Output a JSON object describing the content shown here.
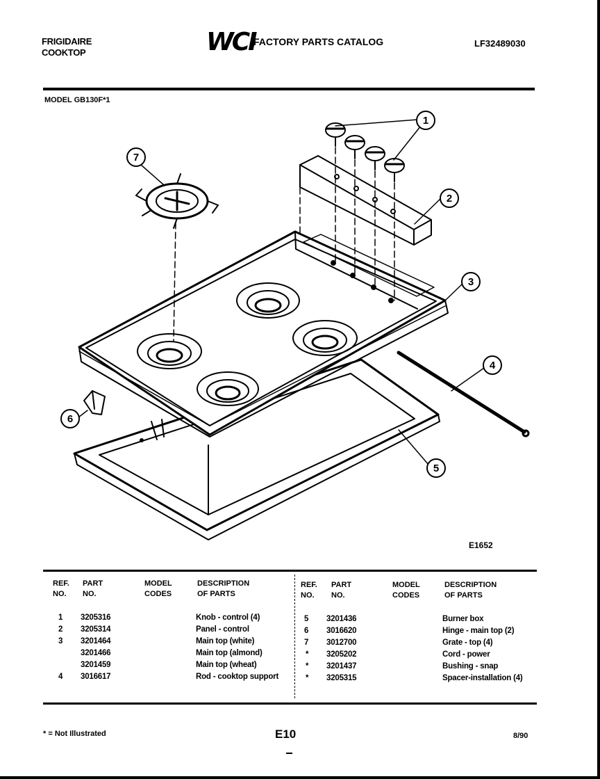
{
  "header": {
    "brand_line1": "FRIGIDAIRE",
    "brand_line2": "COOKTOP",
    "logo_text": "WCI",
    "catalog_title": "FACTORY PARTS CATALOG",
    "document_number": "LF32489030",
    "model_label": "MODEL GB130F*1"
  },
  "diagram": {
    "callouts": [
      "1",
      "2",
      "3",
      "4",
      "5",
      "6",
      "7"
    ],
    "drawing_number": "E1652"
  },
  "table": {
    "left": {
      "headers": {
        "ref": "REF.\nNO.",
        "part": "PART\nNO.",
        "model": "MODEL\nCODES",
        "desc": "DESCRIPTION\nOF PARTS"
      },
      "rows": [
        {
          "ref": "1",
          "part": "3205316",
          "model": "",
          "desc": "Knob - control (4)"
        },
        {
          "ref": "2",
          "part": "3205314",
          "model": "",
          "desc": "Panel - control"
        },
        {
          "ref": "3",
          "part": "3201464",
          "model": "",
          "desc": "Main top (white)"
        },
        {
          "ref": "",
          "part": "3201466",
          "model": "",
          "desc": "Main top (almond)"
        },
        {
          "ref": "",
          "part": "3201459",
          "model": "",
          "desc": "Main top (wheat)"
        },
        {
          "ref": "4",
          "part": "3016617",
          "model": "",
          "desc": "Rod - cooktop support"
        }
      ]
    },
    "right": {
      "headers": {
        "ref": "REF.\nNO.",
        "part": "PART\nNO.",
        "model": "MODEL\nCODES",
        "desc": "DESCRIPTION\nOF PARTS"
      },
      "rows": [
        {
          "ref": "5",
          "part": "3201436",
          "model": "",
          "desc": "Burner box"
        },
        {
          "ref": "6",
          "part": "3016620",
          "model": "",
          "desc": "Hinge - main top (2)"
        },
        {
          "ref": "7",
          "part": "3012700",
          "model": "",
          "desc": "Grate - top (4)"
        },
        {
          "ref": "*",
          "part": "3205202",
          "model": "",
          "desc": "Cord - power"
        },
        {
          "ref": "*",
          "part": "3201437",
          "model": "",
          "desc": "Bushing - snap"
        },
        {
          "ref": "*",
          "part": "3205315",
          "model": "",
          "desc": "Spacer-installation (4)"
        }
      ]
    }
  },
  "footer": {
    "footnote": "* = Not Illustrated",
    "page": "E10",
    "date": "8/90"
  }
}
